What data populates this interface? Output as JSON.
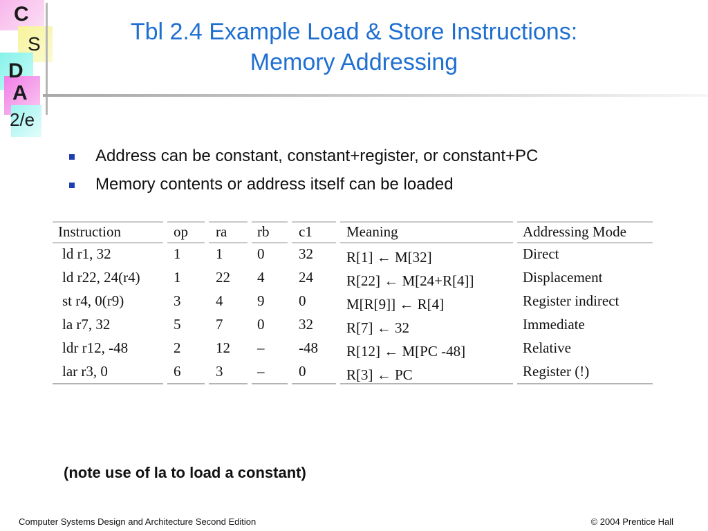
{
  "logo": {
    "letters": [
      "C",
      "S",
      "D",
      "A"
    ],
    "edition": "2/e",
    "colors": {
      "c_box": "#f9a8e6",
      "s_box": "#f5f28a",
      "d_box": "#7ef0e6",
      "a_box": "#f07ae6"
    }
  },
  "title": {
    "line1": "Tbl 2.4 Example Load & Store Instructions:",
    "line2": "Memory Addressing",
    "color": "#1f6fd1"
  },
  "bullets": [
    "Address can be constant, constant+register, or constant+PC",
    "Memory contents or address itself can be loaded"
  ],
  "table": {
    "headers": [
      "Instruction",
      "op",
      "ra",
      "rb",
      "c1",
      "Meaning",
      "Addressing Mode"
    ],
    "rows": [
      {
        "instruction": "ld r1,  32",
        "op": "1",
        "ra": "1",
        "rb": "0",
        "c1": "32",
        "meaning": "R[1] ← M[32]",
        "mode": "Direct"
      },
      {
        "instruction": "ld r22,  24(r4)",
        "op": "1",
        "ra": "22",
        "rb": "4",
        "c1": "24",
        "meaning": "R[22] ← M[24+R[4]]",
        "mode": "Displacement"
      },
      {
        "instruction": "st r4,  0(r9)",
        "op": "3",
        "ra": "4",
        "rb": "9",
        "c1": "0",
        "meaning": "M[R[9]] ← R[4]",
        "mode": "Register indirect"
      },
      {
        "instruction": "la r7,  32",
        "op": "5",
        "ra": "7",
        "rb": "0",
        "c1": "32",
        "meaning": "R[7] ← 32",
        "mode": "Immediate"
      },
      {
        "instruction": "ldr r12,  -48",
        "op": "2",
        "ra": "12",
        "rb": "–",
        "c1": "-48",
        "meaning": "R[12] ← M[PC -48]",
        "mode": "Relative"
      },
      {
        "instruction": "lar r3,  0",
        "op": "6",
        "ra": "3",
        "rb": "–",
        "c1": "0",
        "meaning": "R[3] ← PC",
        "mode": "Register (!)"
      }
    ]
  },
  "note": "(note use of la  to load a  constant)",
  "footer": {
    "left": "Computer Systems Design and Architecture Second Edition",
    "right": "© 2004 Prentice Hall"
  }
}
